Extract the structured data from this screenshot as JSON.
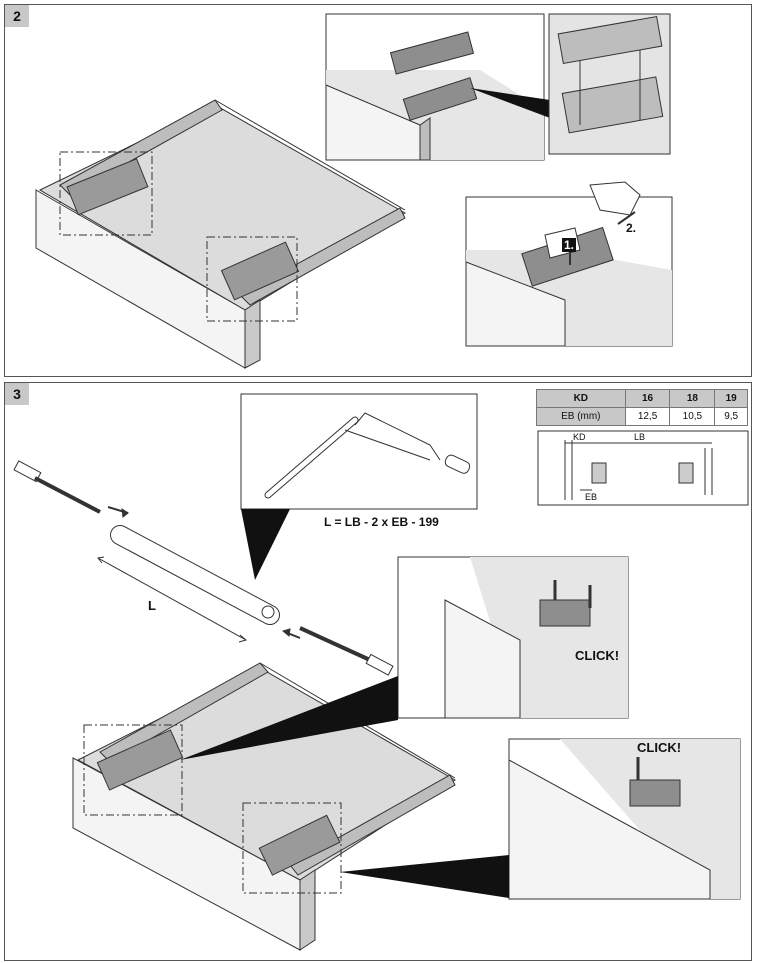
{
  "steps": [
    {
      "number": "2"
    },
    {
      "number": "3"
    }
  ],
  "formula": "L = LB - 2 x EB - 199",
  "length_label": "L",
  "click_labels": [
    "CLICK!",
    "CLICK!"
  ],
  "press_labels": [
    "1.",
    "2."
  ],
  "kd_table": {
    "header": [
      "KD",
      "16",
      "18",
      "19"
    ],
    "row": [
      "EB (mm)",
      "12,5",
      "10,5",
      "9,5"
    ]
  },
  "dimension_labels": {
    "kd": "KD",
    "lb": "LB",
    "eb": "EB"
  }
}
